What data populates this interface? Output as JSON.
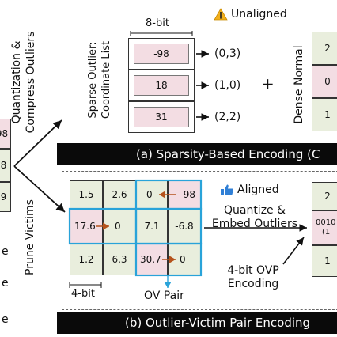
{
  "left": {
    "quantization_label_line1": "Quantization &",
    "quantization_label_line2": "Compress Outliers",
    "prune_label": "Prune Victims",
    "column_values": [
      "98",
      ".8",
      ".9"
    ],
    "stub_letters": [
      "e",
      "e",
      "e"
    ]
  },
  "panel_a": {
    "bit_label": "8-bit",
    "unaligned_label": "Unaligned",
    "sparse_label_line1": "Sparse Outlier:",
    "sparse_label_line2": "Coordinate List",
    "outliers": [
      {
        "value": "-98",
        "coord": "(0,3)"
      },
      {
        "value": "18",
        "coord": "(1,0)"
      },
      {
        "value": "31",
        "coord": "(2,2)"
      }
    ],
    "plus": "+",
    "dense_label": "Dense Normal",
    "dense_values": [
      "2",
      "0",
      "1"
    ],
    "caption": "(a) Sparsity-Based Encoding (C"
  },
  "panel_b": {
    "grid": [
      [
        "1.5",
        "2.6",
        "0",
        "-98"
      ],
      [
        "17.6",
        "0",
        "7.1",
        "-6.8"
      ],
      [
        "1.2",
        "6.3",
        "30.7",
        "0"
      ]
    ],
    "aligned_label": "Aligned",
    "quantize_line1": "Quantize &",
    "quantize_line2": "Embed Outliers",
    "right_values": [
      "2",
      "0010",
      "1"
    ],
    "right_partial": "(1",
    "bit_label": "4-bit",
    "ov_pair_label": "OV Pair",
    "encoding_line1": "4-bit OVP",
    "encoding_line2": "Encoding",
    "caption": "(b) Outlier-Victim Pair Encoding"
  },
  "colors": {
    "pink": "#f3dde3",
    "green": "#e9eedd",
    "blue_highlight": "#29a3d9",
    "arrow_brown": "#b5531c",
    "warning": "#f2b01e",
    "thumb": "#2f7fd6"
  }
}
